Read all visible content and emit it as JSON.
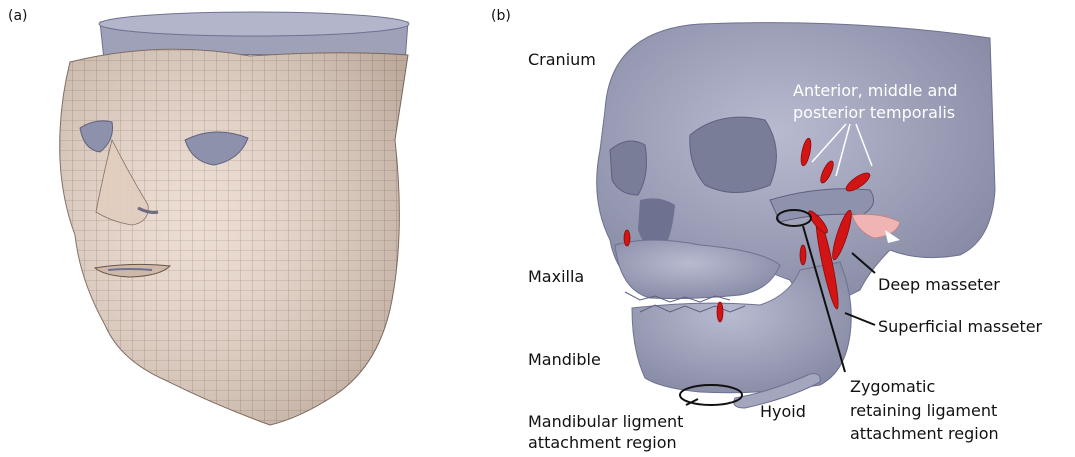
{
  "panels": {
    "a": {
      "label": "(a)"
    },
    "b": {
      "label": "(b)",
      "annotations": {
        "cranium": "Cranium",
        "maxilla": "Maxilla",
        "mandible": "Mandible",
        "temporalis_line1": "Anterior, middle and",
        "temporalis_line2": "posterior temporalis",
        "deep_masseter": "Deep masseter",
        "superficial_masseter": "Superficial masseter",
        "zygomatic_line1": "Zygomatic",
        "zygomatic_line2": "retaining ligament",
        "zygomatic_line3": "attachment region",
        "mandibular_line1": "Mandibular ligment",
        "mandibular_line2": "attachment region",
        "hyoid": "Hyoid"
      }
    }
  },
  "colors": {
    "skin": "#e8d5c8",
    "skin_mesh": "#8a7468",
    "bone": "#9a9db4",
    "bone_dark": "#6e7190",
    "muscle": "#d21414",
    "ligament": "#f0b4b4"
  }
}
